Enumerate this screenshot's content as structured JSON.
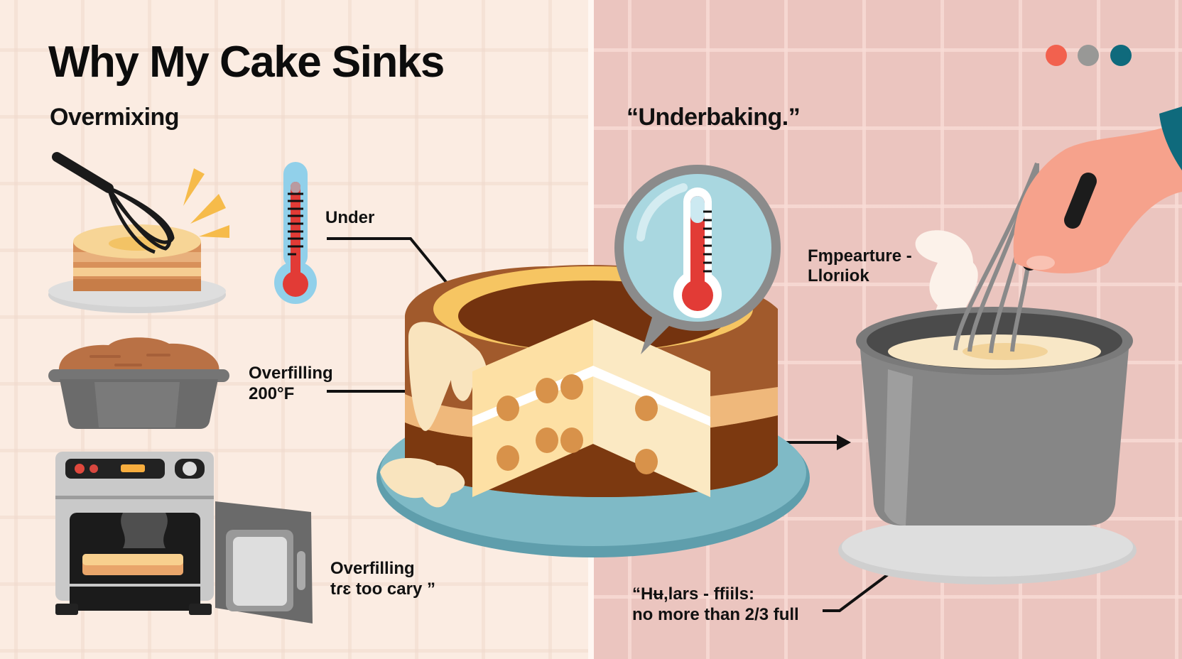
{
  "title": "Why My Cake Sinks",
  "window_dots": [
    {
      "name": "red",
      "color": "#f2614e"
    },
    {
      "name": "gray",
      "color": "#989896"
    },
    {
      "name": "teal",
      "color": "#0f6a7c"
    }
  ],
  "left_panel": {
    "heading": "Overmixing",
    "labels": {
      "under": "Under",
      "overfilling_temp_line1": "Overfilling",
      "overfilling_temp_line2": "200°F",
      "overfilling_bottom_line1": "Overfilling",
      "overfilling_bottom_line2": "tɾɛ too cary  ”"
    }
  },
  "right_panel": {
    "heading": "“Underbaking.”",
    "labels": {
      "temperature_line1": "Fɱpearture -",
      "temperature_line2": "Llorıiok",
      "fill_line1": "“Hʉ,lars - ffiils:",
      "fill_line2": "no more than 2/3 full"
    }
  },
  "colors": {
    "left_bg": "#fbece2",
    "right_bg": "#ebc5bf",
    "cake_brown": "#a0592a",
    "cake_dark": "#74330f",
    "crumb": "#fde0a4",
    "plate": "#7fbac6",
    "thermo_red": "#e23b36",
    "thermo_blue": "#93d0ea"
  }
}
